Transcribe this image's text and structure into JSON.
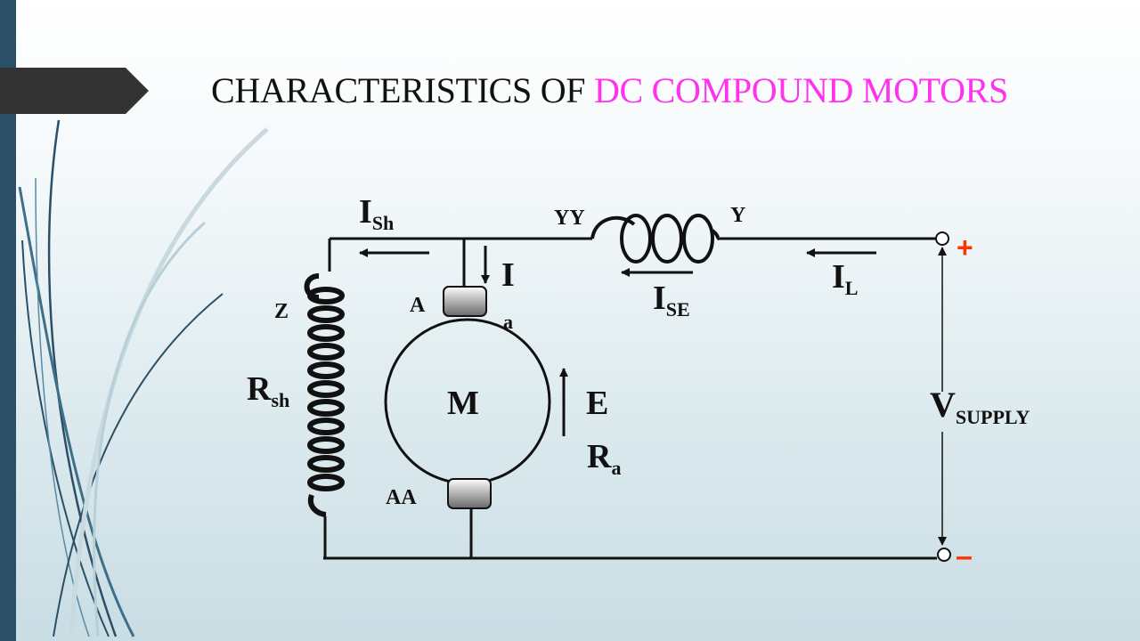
{
  "slide": {
    "title_part1": "CHARACTERISTICS OF ",
    "title_part2": "DC COMPOUND MOTORS",
    "title_color": "#111111",
    "title_highlight_color": "#ff33ee",
    "accent_bar_color": "#2b4f66",
    "title_tab_color": "#333333"
  },
  "diagram": {
    "motor_label": "M",
    "armature_top_terminal": "A",
    "armature_bottom_terminal": "AA",
    "shunt_terminal": "Z",
    "series_terminal_left": "YY",
    "series_terminal_right": "Y",
    "shunt_current": {
      "main": "I",
      "sub": "Sh"
    },
    "armature_current": {
      "main": "I",
      "sub": "a"
    },
    "series_current": {
      "main": "I",
      "sub": "SE"
    },
    "line_current": {
      "main": "I",
      "sub": "L"
    },
    "shunt_resistance": {
      "main": "R",
      "sub": "sh"
    },
    "back_emf": "E",
    "armature_resistance": {
      "main": "R",
      "sub": "a"
    },
    "supply_voltage": {
      "main": "V",
      "sub": "SUPPLY"
    },
    "positive_terminal": "+",
    "negative_terminal": "–",
    "polarity_color": "#ff3300"
  }
}
